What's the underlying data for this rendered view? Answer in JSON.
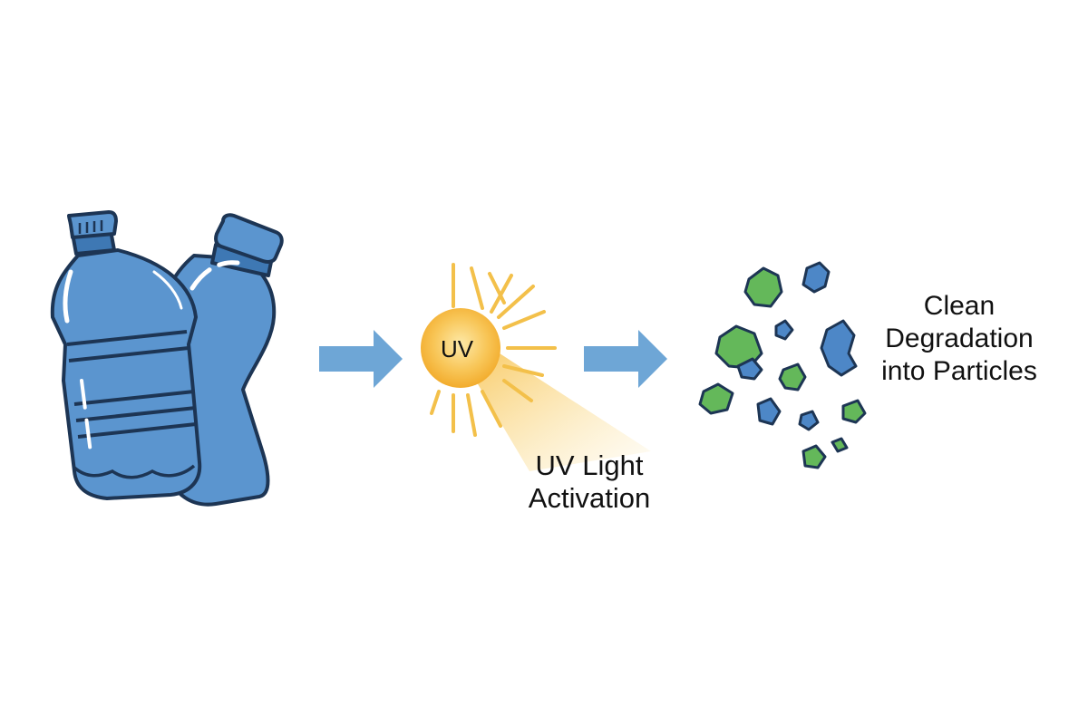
{
  "sun": {
    "text": "UV"
  },
  "uv_light": {
    "line1": "UV Light",
    "line2": "Activation"
  },
  "result": {
    "line1": "Clean",
    "line2": "Degradation",
    "line3": "into Particles"
  },
  "colors": {
    "bottle_fill": "#5b95cf",
    "bottle_dark": "#3e78b4",
    "outline": "#1d3554",
    "arrow": "#6ea6d6",
    "sun_ray": "#f3c04a",
    "sun_core": "#f5b73b",
    "particle_green": "#64b85a",
    "particle_blue": "#4d87c7"
  },
  "icons": [
    "plastic-bottles-icon",
    "arrow-right-icon",
    "sun-icon",
    "uv-beam",
    "particles-icon"
  ]
}
